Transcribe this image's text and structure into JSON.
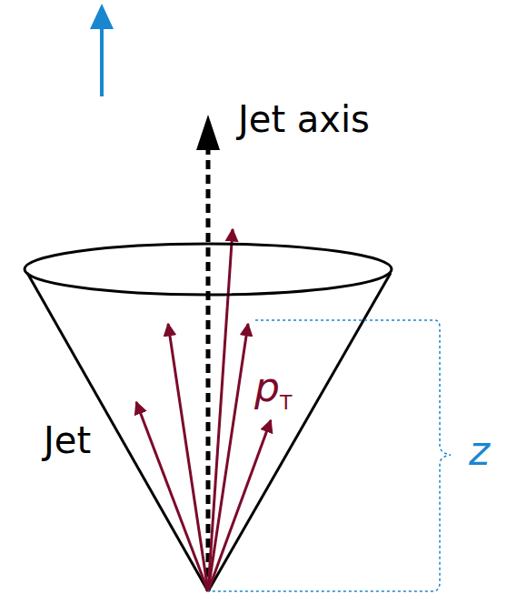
{
  "diagram": {
    "labels": [
      "Jet axis",
      "Jet",
      "p",
      "T",
      "z"
    ]
  }
}
